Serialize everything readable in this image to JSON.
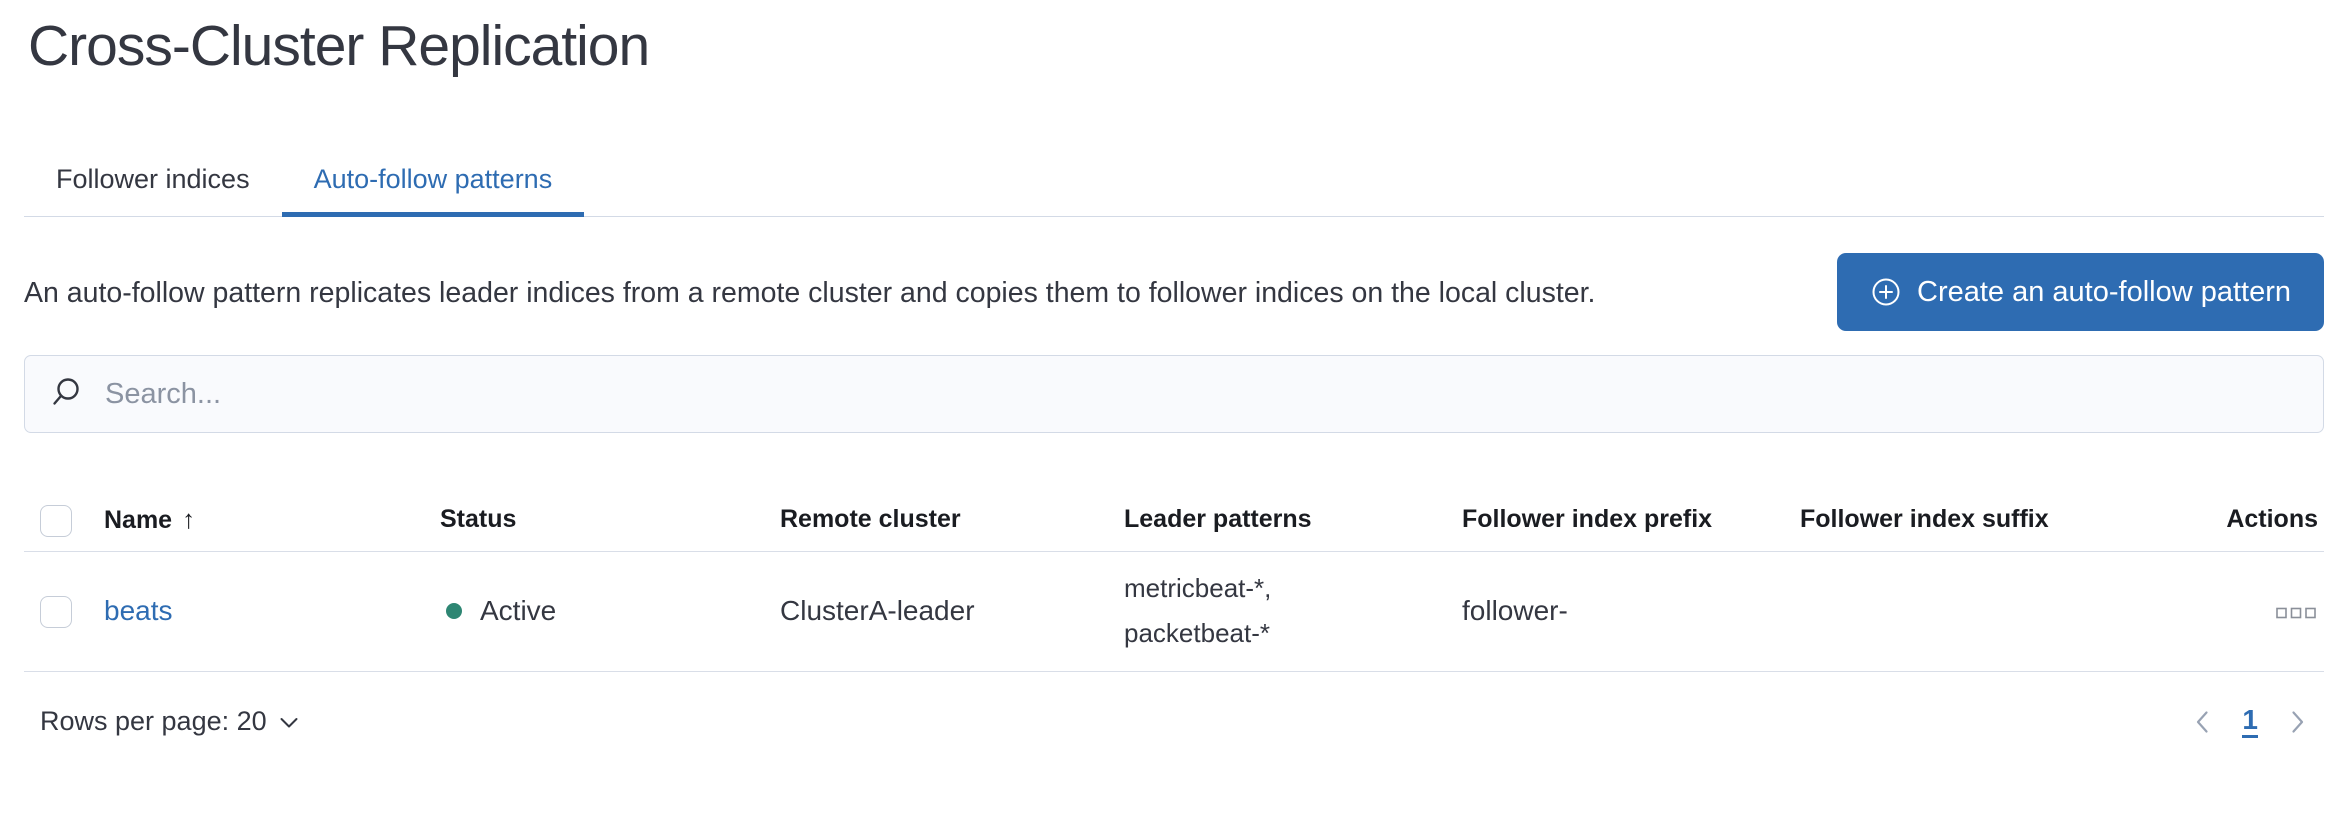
{
  "header": {
    "title": "Cross-Cluster Replication"
  },
  "tabs": {
    "items": [
      {
        "label": "Follower indices",
        "active": false
      },
      {
        "label": "Auto-follow patterns",
        "active": true
      }
    ]
  },
  "intro": {
    "description": "An auto-follow pattern replicates leader indices from a remote cluster and copies them to follower indices on the local cluster.",
    "create_button": {
      "label": "Create an auto-follow pattern",
      "icon": "plus-in-circle-icon"
    }
  },
  "search": {
    "placeholder": "Search...",
    "value": "",
    "icon": "search-icon"
  },
  "table": {
    "columns": {
      "name": "Name",
      "status": "Status",
      "remote_cluster": "Remote cluster",
      "leader_patterns": "Leader patterns",
      "follower_index_prefix": "Follower index prefix",
      "follower_index_suffix": "Follower index suffix",
      "actions": "Actions"
    },
    "sort": {
      "column": "Name",
      "direction": "ascending",
      "icon": "arrow-up-icon"
    },
    "rows": [
      {
        "name": "beats",
        "status": "Active",
        "remote_cluster": "ClusterA-leader",
        "leader_patterns": "metricbeat-*, packetbeat-*",
        "leader_patterns_line1": "metricbeat-*,",
        "leader_patterns_line2": "packetbeat-*",
        "follower_index_prefix": "follower-",
        "follower_index_suffix": "",
        "actions_icon": "boxes-horizontal-icon"
      }
    ]
  },
  "footer": {
    "rows_per_page_label": "Rows per page: 20",
    "pagination": {
      "current_page": "1"
    }
  },
  "colors": {
    "primary": "#2e6cb2",
    "status_active_dot": "#2e8673",
    "border": "#d3dae6",
    "text": "#343741",
    "muted": "#8b93a2",
    "chevron_gray": "#98a2b3"
  }
}
